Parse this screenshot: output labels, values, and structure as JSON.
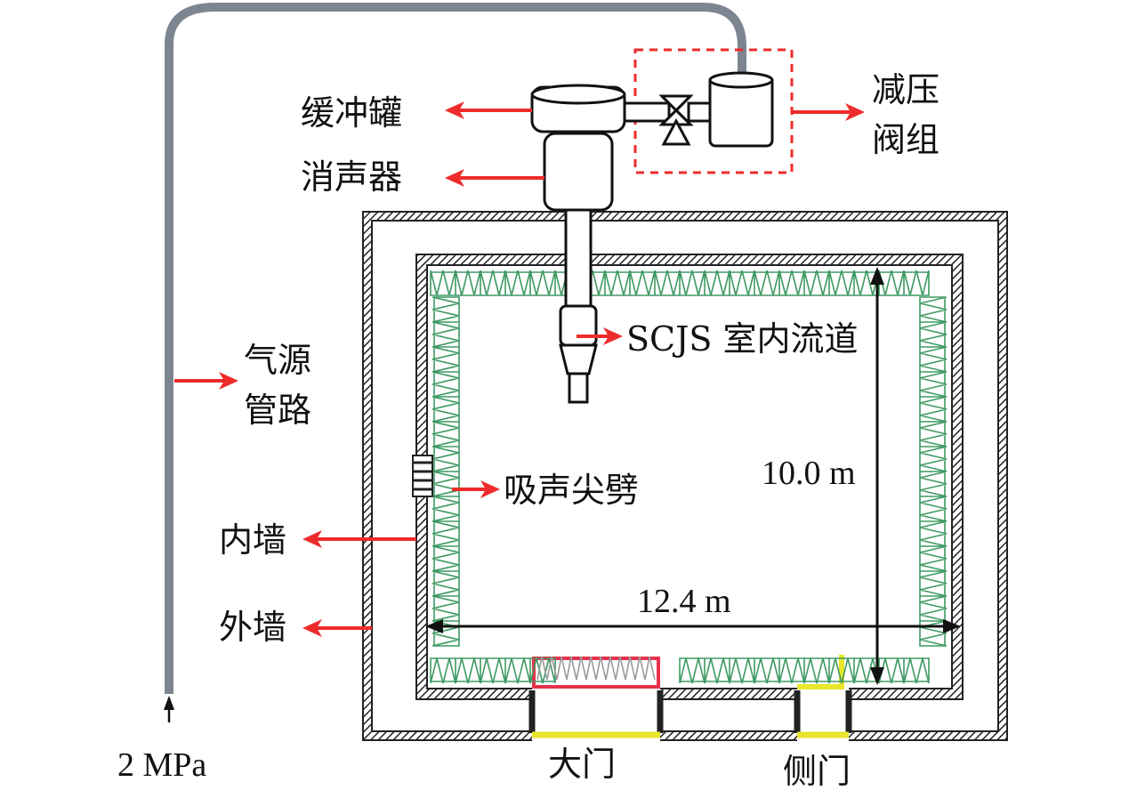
{
  "labels": {
    "buffer_tank": "缓冲罐",
    "muffler": "消声器",
    "valve_group_line1": "减压",
    "valve_group_line2": "阀组",
    "channel": "SCJS 室内流道",
    "gas_pipe_line1": "气源",
    "gas_pipe_line2": "管路",
    "absorber": "吸声尖劈",
    "inner_wall": "内墙",
    "outer_wall": "外墙",
    "height_dim": "10.0 m",
    "width_dim": "12.4 m",
    "pressure": "2 MPa",
    "main_door": "大门",
    "side_door": "侧门"
  },
  "colors": {
    "arrow_red": "#ee2b2b",
    "pipe_gray": "#7d8591",
    "wedge_green": "#3f9a63",
    "door_yellow": "#e8e52a",
    "door_red": "#e8304a",
    "wall_dark": "#222222"
  }
}
